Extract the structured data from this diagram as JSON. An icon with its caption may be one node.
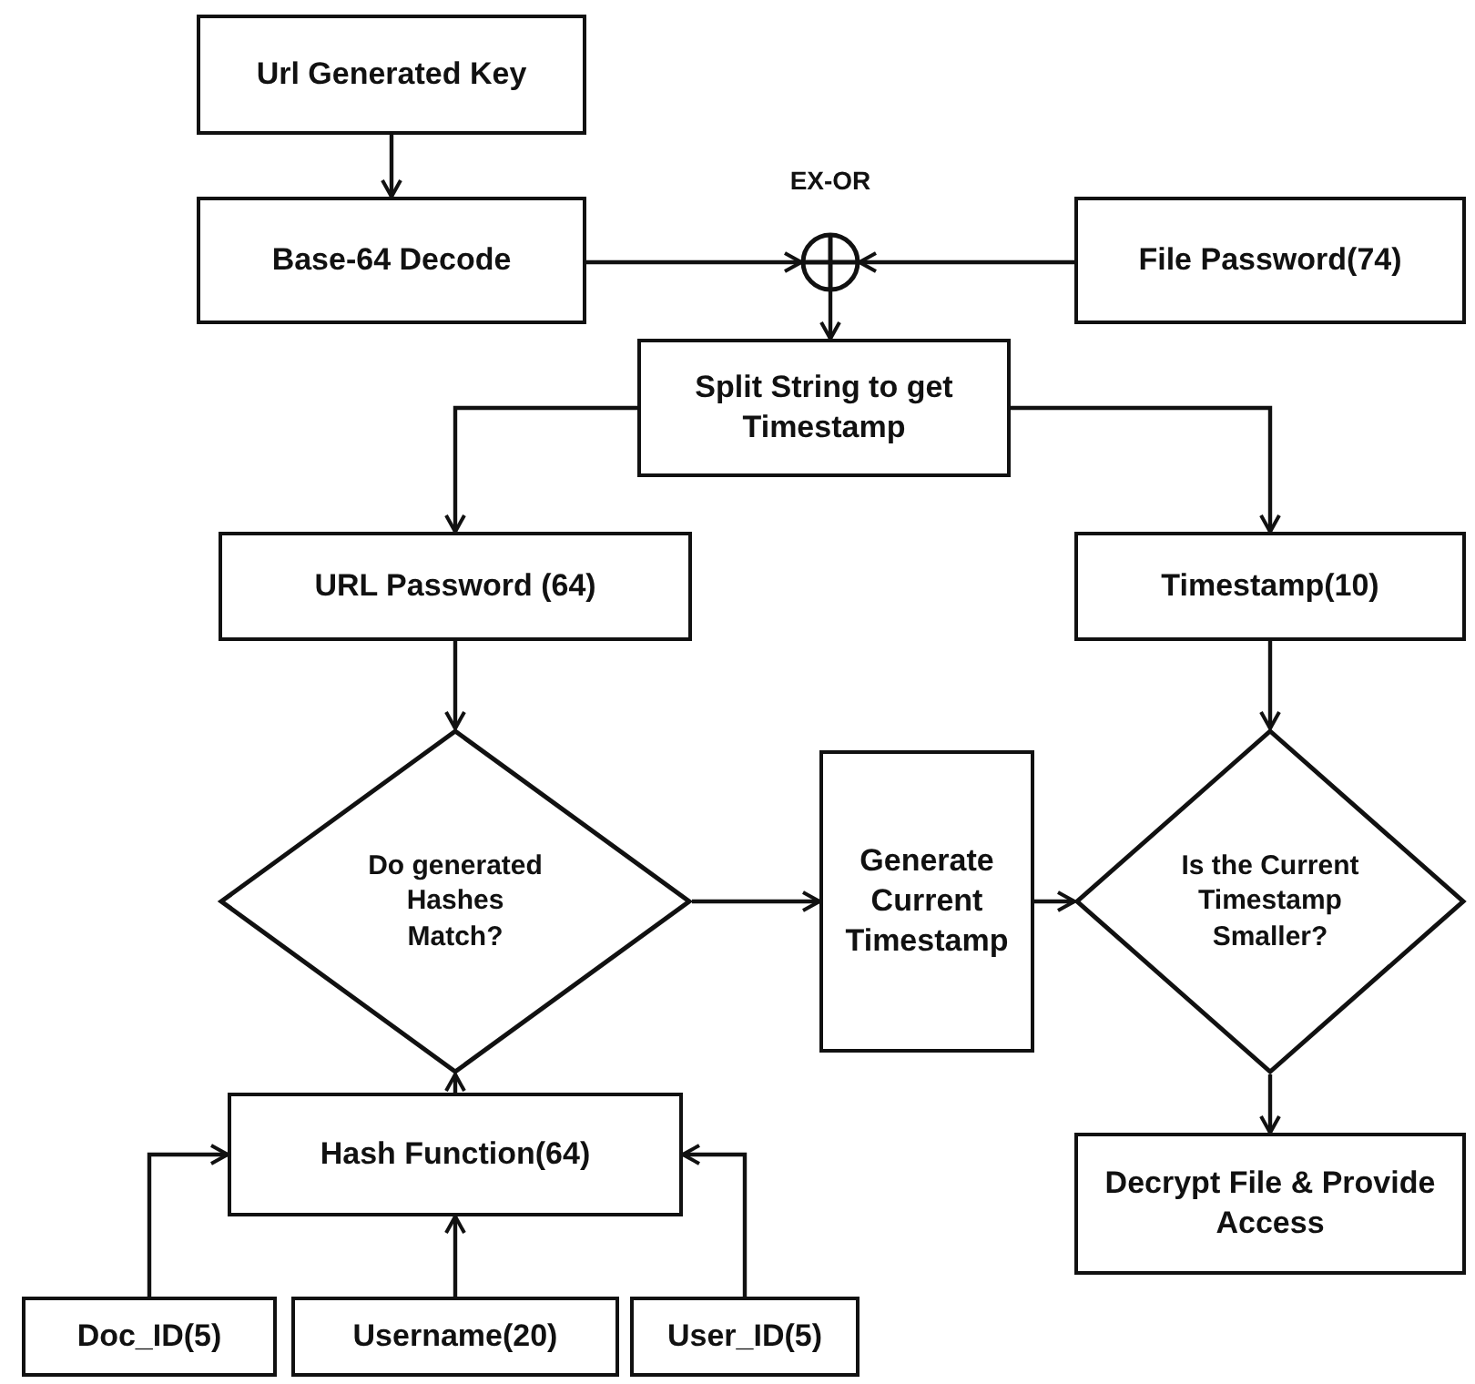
{
  "diagram": {
    "nodes": [
      {
        "text": [
          "Url Generated Key"
        ]
      },
      {
        "text": [
          "Base-64 Decode"
        ]
      },
      {
        "text": [
          "EX-OR"
        ]
      },
      {
        "text": [
          "File Password(74)"
        ]
      },
      {
        "text": [
          "Split String to get Timestamp"
        ]
      },
      {
        "text": [
          "URL Password (64)"
        ]
      },
      {
        "text": [
          "Timestamp(10)"
        ]
      },
      {
        "text": [
          "Do generated Hashes Match?"
        ]
      },
      {
        "text": [
          "Generate Current Timestamp"
        ]
      },
      {
        "text": [
          "Is the Current Timestamp Smaller?"
        ]
      },
      {
        "text": [
          "Decrypt File & Provide Access"
        ]
      },
      {
        "text": [
          "Hash Function(64)"
        ]
      },
      {
        "text": [
          "Doc_ID(5)"
        ]
      },
      {
        "text": [
          "Username(20)"
        ]
      },
      {
        "text": [
          "User_ID(5)"
        ]
      }
    ],
    "edges": [
      {
        "from": 0,
        "to": 1,
        "arrow": "to"
      },
      {
        "from": 1,
        "to": 2,
        "arrow": "to"
      },
      {
        "from": 3,
        "to": 2,
        "arrow": "to"
      },
      {
        "from": 2,
        "to": 4,
        "arrow": "to"
      },
      {
        "from": 4,
        "to": 5,
        "arrow": "to"
      },
      {
        "from": 4,
        "to": 6,
        "arrow": "to"
      },
      {
        "from": 5,
        "to": 7,
        "arrow": "to"
      },
      {
        "from": 6,
        "to": 9,
        "arrow": "to"
      },
      {
        "from": 7,
        "to": 8,
        "arrow": "to"
      },
      {
        "from": 8,
        "to": 9,
        "arrow": "to"
      },
      {
        "from": 9,
        "to": 10,
        "arrow": "to"
      },
      {
        "from": 11,
        "to": 7,
        "arrow": "to"
      },
      {
        "from": 12,
        "to": 11,
        "arrow": "to"
      },
      {
        "from": 13,
        "to": 11,
        "arrow": "to"
      },
      {
        "from": 14,
        "to": 11,
        "arrow": "to"
      }
    ]
  }
}
